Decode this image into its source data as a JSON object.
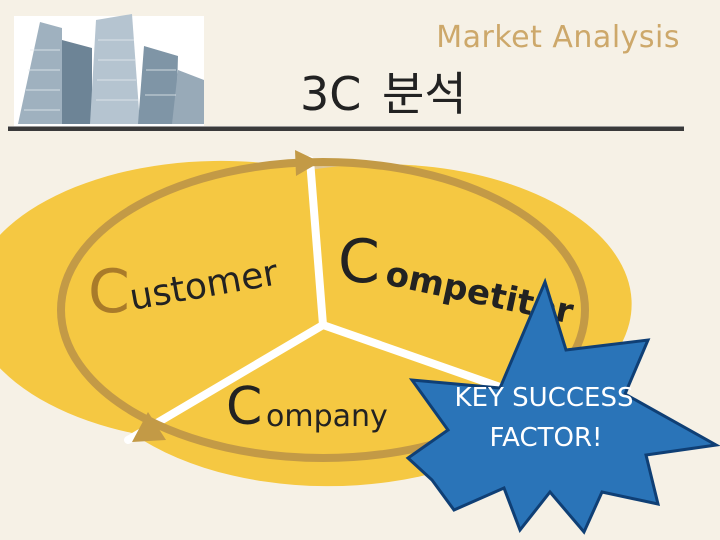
{
  "header": {
    "subtitle": "Market Analysis",
    "title": "3C 분석"
  },
  "diagram": {
    "segments": [
      {
        "initial": "C",
        "rest": "ustomer"
      },
      {
        "initial": "C",
        "rest": "ompetitor"
      },
      {
        "initial": "C",
        "rest": "ompany"
      }
    ],
    "callout": {
      "line1": "KEY SUCCESS",
      "line2": "FACTOR!"
    }
  },
  "colors": {
    "pie_fill": "#f5c842",
    "pie_outline": "#c39a46",
    "accent_c": "#a97b2a",
    "callout_fill": "#2a74b8",
    "callout_stroke": "#0f3f75"
  }
}
